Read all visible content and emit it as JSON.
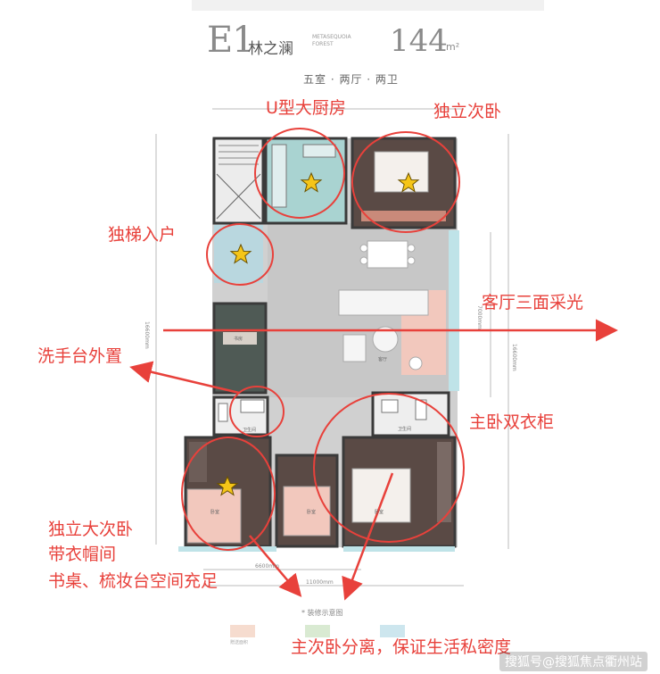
{
  "header": {
    "model": "E1",
    "name": "林之澜",
    "name_en": "METASEQUOIA FOREST",
    "area": "144",
    "area_unit": "m²",
    "layout": "五室 · 两厅 · 两卫"
  },
  "annotations": {
    "kitchen": "U型大厨房",
    "second_bedroom": "独立次卧",
    "elevator": "独梯入户",
    "living_light": "客厅三面采光",
    "washbasin": "洗手台外置",
    "master_wardrobe": "主卧双衣柜",
    "big_bedroom_line1": "独立大次卧",
    "big_bedroom_line2": "带衣帽间",
    "big_bedroom_line3": "书桌、梳妆台空间充足",
    "separation": "主次卧分离，保证生活私密度"
  },
  "dimensions": {
    "left_height": "16600mm",
    "right_height": "16600mm",
    "right_partial": "7000mm",
    "bottom_partial": "6600mm",
    "bottom_total": "11000mm"
  },
  "rooms": {
    "living": "客厅",
    "study": "书房",
    "bath1": "卫生间",
    "bath2": "卫生间",
    "bed1": "卧室",
    "bed2": "卧室",
    "bed3": "卧室"
  },
  "footnote": "* 装修示意图",
  "legend": [
    "赠送面积",
    "",
    ""
  ],
  "watermark": "搜狐号@搜狐焦点衢州站",
  "colors": {
    "annotation_red": "#e8413b",
    "star_fill": "#f5c518",
    "floor_gray": "#c9c9c9",
    "wall": "#3a3a3a",
    "kitchen_teal": "#a9d3d1",
    "bedroom_pink": "#f2c8bd",
    "dark_floor": "#5a4a45"
  },
  "icons": [
    "star-icon",
    "arrow-icon"
  ]
}
